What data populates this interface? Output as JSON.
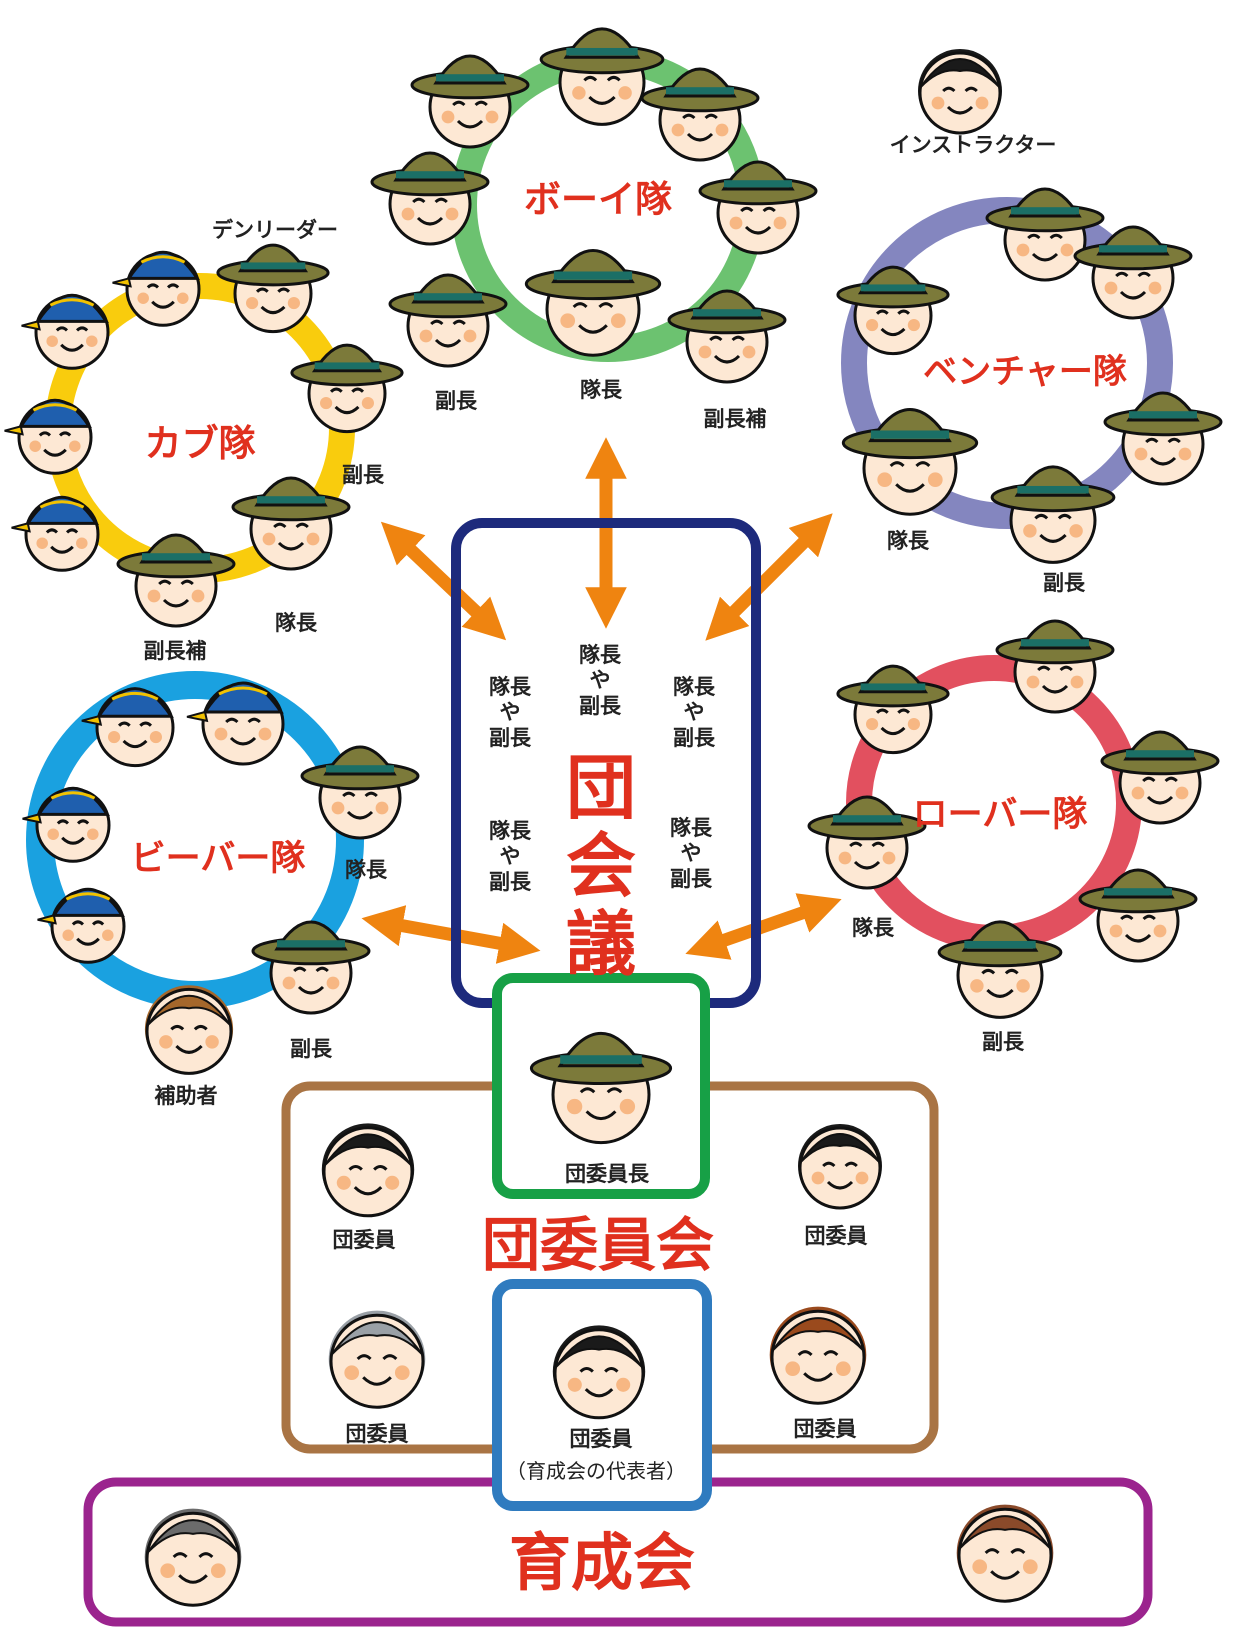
{
  "colors": {
    "cub": "#f9cc0d",
    "boy": "#6cc270",
    "venture": "#8486bf",
    "beaver": "#1aa1e0",
    "rover": "#e2505f",
    "council_box": "#1d2a7c",
    "chair_box": "#17a046",
    "committee_box": "#a97444",
    "rep_box": "#2f7bbf",
    "support_box": "#9b248e",
    "arrow": "#ef8410",
    "title_red": "#e0301e",
    "hat": "#7c7a3a",
    "cap": "#1f5fae",
    "skin": "#fde8d4"
  },
  "troops": {
    "boy": {
      "name": "ボーイ隊",
      "labels": [
        "副長",
        "隊長",
        "副長補"
      ]
    },
    "cub": {
      "name": "カブ隊",
      "labels": [
        "デンリーダー",
        "副長",
        "隊長",
        "副長補"
      ]
    },
    "venture": {
      "name": "ベンチャー隊",
      "labels": [
        "隊長",
        "副長"
      ]
    },
    "beaver": {
      "name": "ビーバー隊",
      "labels": [
        "隊長",
        "副長",
        "補助者"
      ]
    },
    "rover": {
      "name": "ローバー隊",
      "labels": [
        "隊長",
        "副長"
      ]
    }
  },
  "instructor": "インストラクター",
  "council": {
    "title": "団会議",
    "member_note": "隊長や副長",
    "v_top": [
      "隊長",
      "や",
      "副長"
    ],
    "v_left1": [
      "隊長",
      "や",
      "副長"
    ],
    "v_right1": [
      "隊長",
      "や",
      "副長"
    ],
    "v_left2": [
      "隊長",
      "や",
      "副長"
    ],
    "v_right2": [
      "隊長",
      "や",
      "副長"
    ]
  },
  "committee": {
    "title": "団委員会",
    "chair": "団委員長",
    "member": "団委員",
    "rep": "団委員",
    "rep_note": "（育成会の代表者）",
    "members": [
      "団委員",
      "団委員",
      "団委員",
      "団委員"
    ]
  },
  "support": {
    "title": "育成会"
  }
}
